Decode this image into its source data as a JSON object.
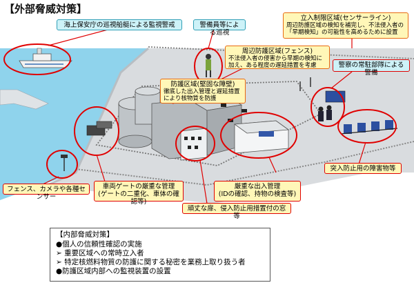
{
  "title": "【外部脅威対策】",
  "callouts": {
    "coast_guard": "海上保安庁の巡視船艇による監視警戒",
    "guards": "警備員等による巡視",
    "intrusion_zone_title": "立入制限区域(センサーライン)",
    "intrusion_zone_desc": "周辺防護区域の検知を補完し、不法侵入者の「早期検知」の可能性を高めるために設置",
    "perimeter_title": "周辺防護区域(フェンス)",
    "perimeter_desc": "不法侵入者の侵害から早期の検知に加え、ある程度の遅延措置を考慮",
    "police": "警察の常駐部隊による警備",
    "protected_area_title": "防護区域(堅固な障壁)",
    "protected_area_desc": "徹底した出入管理と遅延措置により核物質を防護",
    "barriers": "突入防止用の障害物等",
    "fence_sensors": "フェンス、カメラや各種センサー",
    "vehicle_gate_title": "車両ゲートの厳重な管理",
    "vehicle_gate_desc": "(ゲートの二重化、車体の確認等)",
    "entry_title": "厳重な出入管理",
    "entry_desc": "(IDの確認、持物の検査等)",
    "sturdy_door": "頑丈な扉、侵入防止用措置付の窓等"
  },
  "internal": {
    "heading": "【内部脅威対策】",
    "items": [
      "●個人の信頼性確認の実施",
      "➢ 重要区域への常時立入者",
      "➢ 特定核燃料物質の防護に関する秘密を業務上取り扱う者",
      "●防護区域内部への監視装置の設置"
    ]
  },
  "colors": {
    "callout_fill": "#fff7b8",
    "callout_border": "#e86a10",
    "highlight_red": "#e00000",
    "sea": "#8fd3ec",
    "ground": "#d9dcdf"
  }
}
